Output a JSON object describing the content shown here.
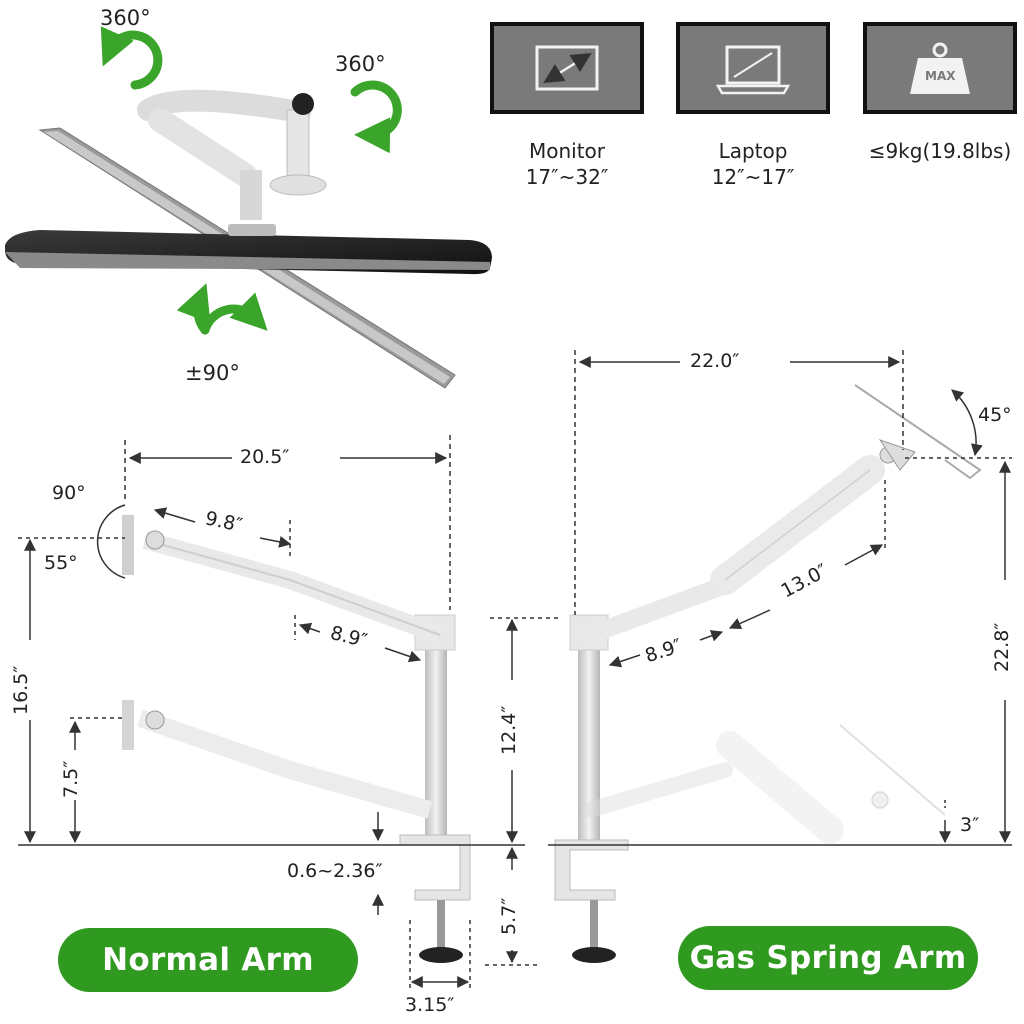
{
  "rotations": {
    "top_left": "360°",
    "top_right": "360°",
    "tilt": "±90°"
  },
  "specs": [
    {
      "icon": "monitor-icon",
      "name": "Monitor",
      "range": "17″~32″"
    },
    {
      "icon": "laptop-icon",
      "name": "Laptop",
      "range": "12″~17″"
    },
    {
      "icon": "weight-icon",
      "icon_text": "MAX",
      "name": "≤9kg(19.8lbs)",
      "range": ""
    }
  ],
  "normal_arm": {
    "label": "Normal Arm",
    "width_total": "20.5″",
    "tilt_up": "90°",
    "tilt_down": "55°",
    "arm1": "9.8″",
    "arm2": "8.9″",
    "height_max": "16.5″",
    "height_min": "7.5″",
    "clamp_range": "0.6~2.36″",
    "clamp_width": "3.15″"
  },
  "gas_arm": {
    "label": "Gas Spring Arm",
    "width_total": "22.0″",
    "tilt": "45°",
    "arm1": "8.9″",
    "arm2": "13.0″",
    "height_max": "22.8″",
    "height_min": "3″",
    "pole_height": "12.4″",
    "clamp_height": "5.7″"
  },
  "colors": {
    "accent_green": "#2f9a1f",
    "arrow_green": "#3aa52a",
    "dim_line": "#333333"
  }
}
